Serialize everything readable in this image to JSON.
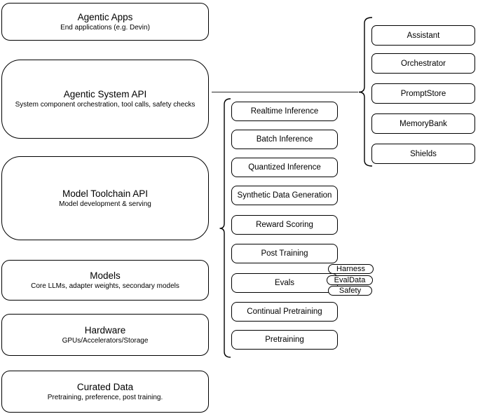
{
  "left_stack": [
    {
      "title": "Agentic Apps",
      "subtitle": "End applications (e.g. Devin)"
    },
    {
      "title": "Agentic System API",
      "subtitle": "System component orchestration, tool calls, safety checks"
    },
    {
      "title": "Model Toolchain API",
      "subtitle": "Model development & serving"
    },
    {
      "title": "Models",
      "subtitle": "Core LLMs, adapter weights, secondary models"
    },
    {
      "title": "Hardware",
      "subtitle": "GPUs/Accelerators/Storage"
    },
    {
      "title": "Curated Data",
      "subtitle": "Pretraining, preference, post training."
    }
  ],
  "toolchain": {
    "items": [
      "Realtime Inference",
      "Batch Inference",
      "Quantized Inference",
      "Synthetic Data Generation",
      "Reward Scoring",
      "Post Training",
      "Evals",
      "Continual Pretraining",
      "Pretraining"
    ]
  },
  "eval_tags": [
    "Harness",
    "EvalData",
    "Safety"
  ],
  "system_components": [
    "Assistant",
    "Orchestrator",
    "PromptStore",
    "MemoryBank",
    "Shields"
  ],
  "colors": {
    "stroke": "#000000",
    "background": "#ffffff",
    "connector": "#4d4d4d"
  }
}
